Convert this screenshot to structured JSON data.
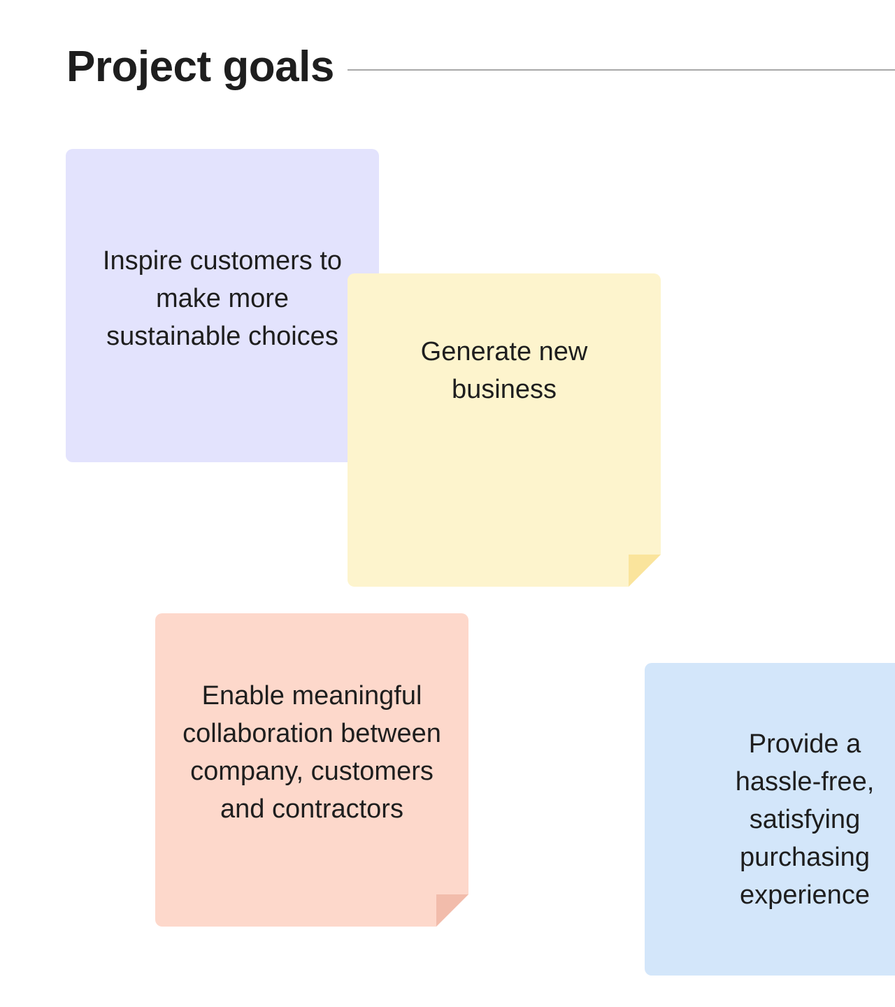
{
  "frame": {
    "title": "Project goals"
  },
  "stickies": [
    {
      "id": "inspire",
      "text": "Inspire customers to make more sustainable choices",
      "color": "#e3e3fd",
      "fold_color": null
    },
    {
      "id": "generate",
      "text": "Generate new business",
      "color": "#fdf4cd",
      "fold_color": "#fae49c"
    },
    {
      "id": "enable",
      "text": "Enable meaningful collaboration between company, customers and contractors",
      "color": "#fdd8cb",
      "fold_color": "#f2bcab"
    },
    {
      "id": "provide",
      "text": "Provide a hassle-free, satisfying purchasing experience",
      "color": "#d3e6fa",
      "fold_color": null
    }
  ]
}
